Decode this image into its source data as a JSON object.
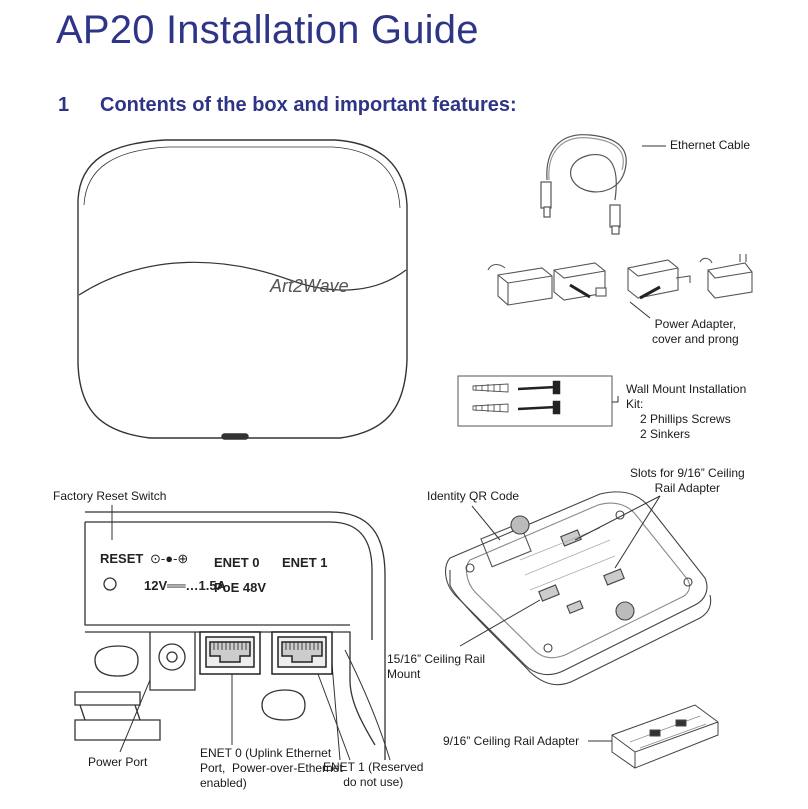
{
  "title": "AP20 Installation Guide",
  "section": {
    "number": "1",
    "heading": "Contents of the box and important features:"
  },
  "brand_logo": "Art2Wave",
  "labels": {
    "ethernet_cable": "Ethernet Cable",
    "power_adapter": "Power Adapter,\ncover and prong",
    "wall_mount_title": "Wall Mount Installation\nKit:",
    "wall_mount_item1": "2 Phillips Screws",
    "wall_mount_item2": "2 Sinkers",
    "slots": "Slots for 9/16” Ceiling\nRail Adapter",
    "identity_qr": "Identity QR Code",
    "factory_reset": "Factory Reset Switch",
    "ceiling_mount_1516": "15/16” Ceiling Rail\nMount",
    "rail_adapter_916": "9/16” Ceiling Rail Adapter",
    "power_port": "Power Port",
    "enet0_desc": "ENET 0 (Uplink Ethernet\nPort,  Power-over-Ethernet\nenabled)",
    "enet1_desc": "ENET 1 (Reserved\ndo not use)"
  },
  "panel_print": {
    "reset": "RESET",
    "dc_symbol": "⊙-●-⊕",
    "power_rating": "12V══…1.5A",
    "enet0": "ENET 0",
    "poe": "PoE 48V",
    "enet1": "ENET 1"
  },
  "colors": {
    "heading": "#2e3586",
    "line": "#333333",
    "lightline": "#777777"
  }
}
